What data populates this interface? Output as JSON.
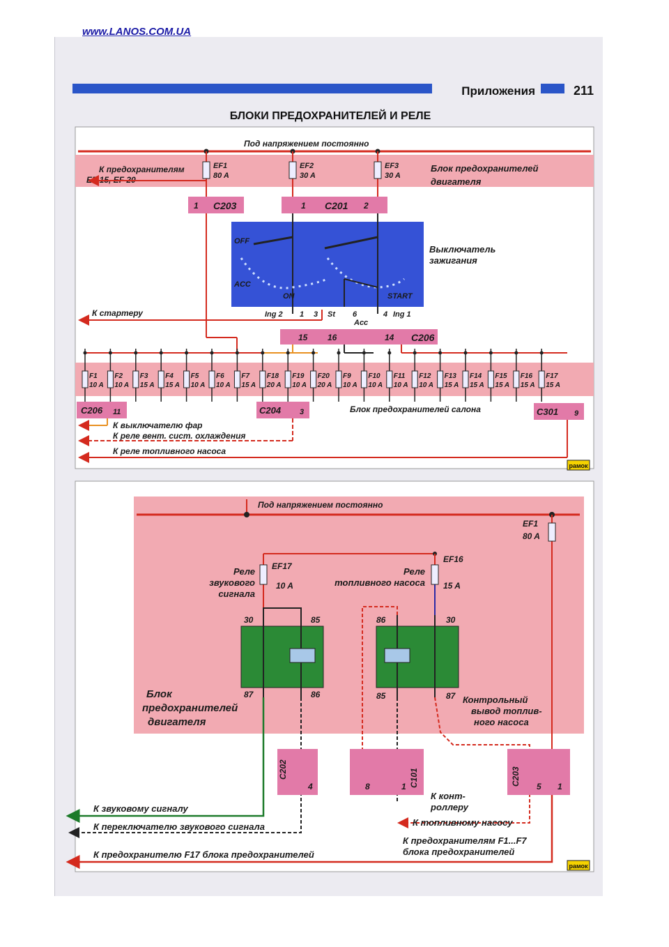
{
  "site_link": "www.LANOS.COM.UA",
  "header": {
    "section": "Приложения",
    "page_number": "211"
  },
  "page_title": "БЛОКИ ПРЕДОХРАНИТЕЛЕЙ И РЕЛЕ",
  "colors": {
    "wire_red": "#d42a1e",
    "block_pink": "#f2aab2",
    "connector_pink": "#e27aa8",
    "switch_blue": "#3552d6",
    "relay_green": "#2b8a36",
    "wire_green": "#1c7a2a",
    "header_blue": "#2a55c8"
  },
  "top": {
    "permanent_power": "Под напряжением постоянно",
    "to_fuses_line1": "К предохранителям",
    "to_fuses_line2": "EF 15, EF 20",
    "engine_block_line1": "Блок предохранителей",
    "engine_block_line2": "двигателя",
    "ef": [
      {
        "name": "EF1",
        "rating": "80 A"
      },
      {
        "name": "EF2",
        "rating": "30 A"
      },
      {
        "name": "EF3",
        "rating": "30 A"
      }
    ],
    "c203": {
      "pin": "1",
      "name": "C203"
    },
    "c201": {
      "pin_left": "1",
      "name": "C201",
      "pin_right": "2"
    },
    "switch_line1": "Выключатель",
    "switch_line2": "зажигания",
    "positions": {
      "off": "OFF",
      "acc": "ACC",
      "on": "ON",
      "start": "START"
    },
    "to_starter": "К стартеру",
    "switch_pins": {
      "ing2": "Ing 2",
      "p1": "1",
      "p3": "3",
      "st": "St",
      "p6": "6",
      "acc": "Acc",
      "p4": "4",
      "ing1": "Ing 1"
    },
    "c206": {
      "pin15": "15",
      "pin16": "16",
      "pin14": "14",
      "name": "C206"
    },
    "fuses": [
      {
        "name": "F1",
        "rating": "10 A"
      },
      {
        "name": "F2",
        "rating": "10 A"
      },
      {
        "name": "F3",
        "rating": "15 A"
      },
      {
        "name": "F4",
        "rating": "15 A"
      },
      {
        "name": "F5",
        "rating": "10 A"
      },
      {
        "name": "F6",
        "rating": "10 A"
      },
      {
        "name": "F7",
        "rating": "15 A"
      },
      {
        "name": "F18",
        "rating": "20 A"
      },
      {
        "name": "F19",
        "rating": "10 A"
      },
      {
        "name": "F20",
        "rating": "20 A"
      },
      {
        "name": "F9",
        "rating": "10 A"
      },
      {
        "name": "F10",
        "rating": "10 A"
      },
      {
        "name": "F11",
        "rating": "10 A"
      },
      {
        "name": "F12",
        "rating": "10 A"
      },
      {
        "name": "F13",
        "rating": "15 A"
      },
      {
        "name": "F14",
        "rating": "15 A"
      },
      {
        "name": "F15",
        "rating": "15 A"
      },
      {
        "name": "F16",
        "rating": "15 A"
      },
      {
        "name": "F17",
        "rating": "15 A"
      }
    ],
    "c206b": {
      "name": "C206",
      "pin": "11"
    },
    "c204": {
      "name": "C204",
      "pin": "3"
    },
    "c301": {
      "name": "C301",
      "pin": "9"
    },
    "cabin_block": "Блок предохранителей салона",
    "to_headlights": "К выключателю фар",
    "to_fan_relay": "К реле вент. сист. охлаждения",
    "to_fuel_relay": "К реле топливного насоса",
    "logo": "рамок"
  },
  "bottom": {
    "permanent_power": "Под напряжением постоянно",
    "ef1": {
      "name": "EF1",
      "rating": "80 A"
    },
    "ef17": {
      "name": "EF17",
      "rating": "10 A"
    },
    "ef16": {
      "name": "EF16",
      "rating": "15 A"
    },
    "horn_relay": [
      "Реле",
      "звукового",
      "сигнала"
    ],
    "fuel_relay": [
      "Реле",
      "топливного насоса"
    ],
    "horn_pins": {
      "p30": "30",
      "p85": "85",
      "p87": "87",
      "p86": "86"
    },
    "fuel_pins": {
      "p86": "86",
      "p30": "30",
      "p85": "85",
      "p87": "87"
    },
    "engine_block": [
      "Блок",
      "предохранителей",
      "двигателя"
    ],
    "control_output": [
      "Контрольный",
      "вывод топлив-",
      "ного насоса"
    ],
    "c202": {
      "name": "C202",
      "pin": "4"
    },
    "c101": {
      "name": "C101",
      "pin_left": "8",
      "pin_right": "1"
    },
    "c203": {
      "name": "C203",
      "pin_left": "5",
      "pin_right": "1"
    },
    "to_controller": [
      "К конт-",
      "роллеру"
    ],
    "to_horn": "К звуковому сигналу",
    "to_horn_switch": "К переключателю звукового сигнала",
    "to_f17": "К предохранителю F17 блока предохранителей",
    "to_fuel_pump": "К топливному насосу",
    "to_f1_f7": [
      "К предохранителям F1...F7",
      "блока предохранителей"
    ],
    "logo": "рамок"
  }
}
